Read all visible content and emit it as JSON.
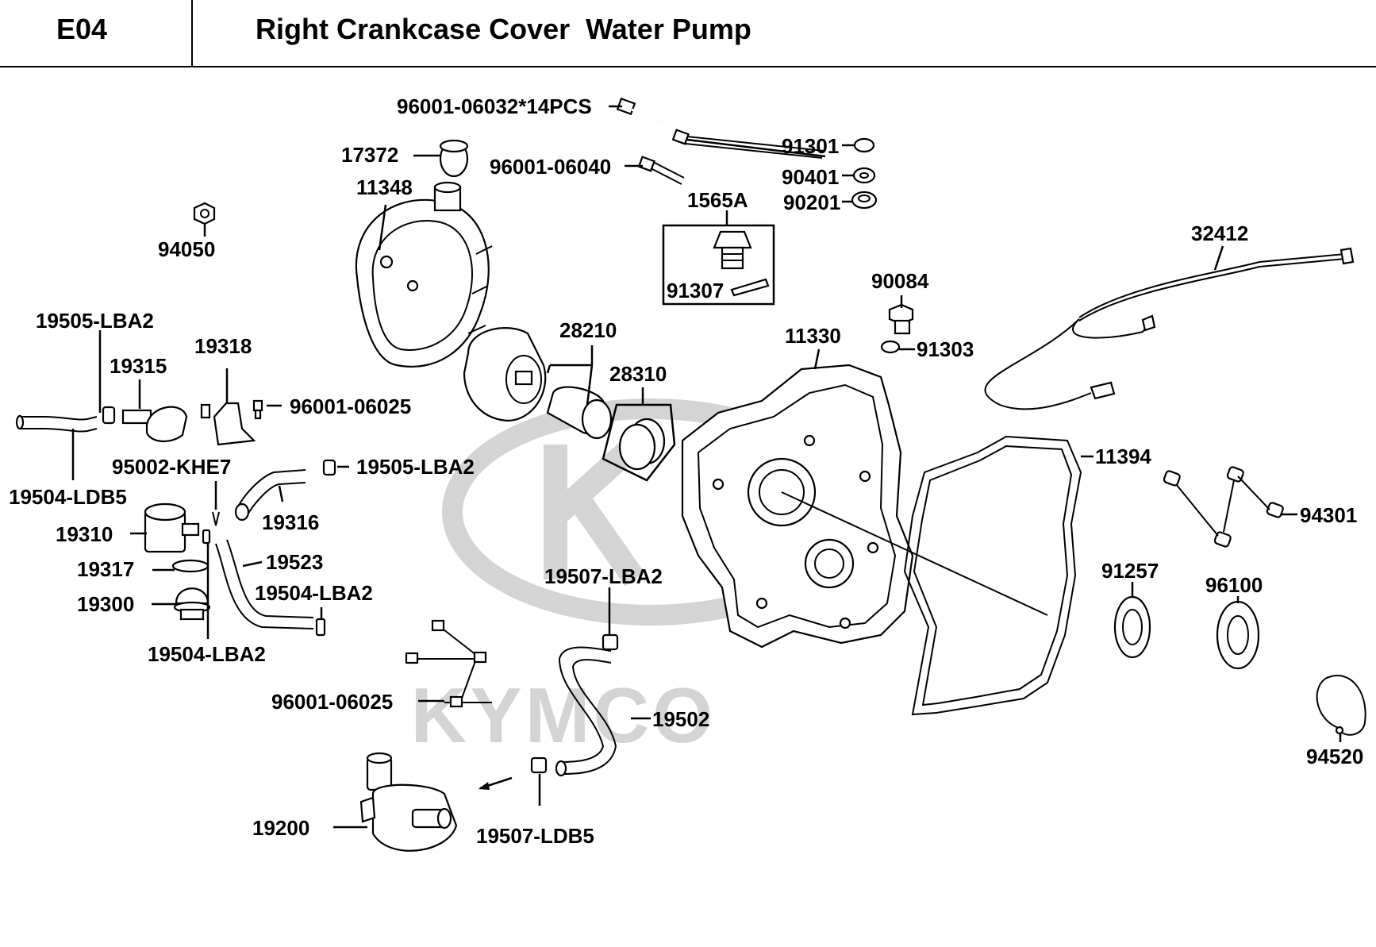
{
  "header": {
    "code": "E04",
    "title": "Right Crankcase Cover  Water Pump"
  },
  "watermark": {
    "brand": "KYMCO"
  },
  "parts": {
    "p96001_06032": "96001-06032*14PCS",
    "p96001_06040": "96001-06040",
    "p17372": "17372",
    "p11348": "11348",
    "p94050": "94050",
    "p91301": "91301",
    "p90401": "90401",
    "p90201": "90201",
    "p1565A": "1565A",
    "p91307": "91307",
    "p32412": "32412",
    "p90084": "90084",
    "p91303": "91303",
    "p19505_LBA2_a": "19505-LBA2",
    "p19315": "19315",
    "p19318": "19318",
    "p96001_06025_a": "96001-06025",
    "p28210": "28210",
    "p28310": "28310",
    "p11330": "11330",
    "p95002_KHE7": "95002-KHE7",
    "p19505_LBA2_b": "19505-LBA2",
    "p19504_LDB5": "19504-LDB5",
    "p19316": "19316",
    "p19310": "19310",
    "p19523": "19523",
    "p19317": "19317",
    "p19504_LBA2_a": "19504-LBA2",
    "p19300": "19300",
    "p19504_LBA2_b": "19504-LBA2",
    "p19507_LBA2": "19507-LBA2",
    "p11394": "11394",
    "p94301": "94301",
    "p91257": "91257",
    "p96100": "96100",
    "p96001_06025_b": "96001-06025",
    "p19502": "19502",
    "p94520": "94520",
    "p19200": "19200",
    "p19507_LDB5": "19507-LDB5"
  }
}
